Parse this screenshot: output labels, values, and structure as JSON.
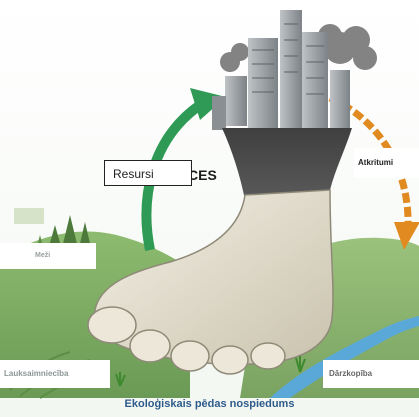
{
  "illustration": {
    "partial_word": "CES"
  },
  "labels": {
    "resources": "Resursi",
    "waste": "Atkritumi",
    "forests": "Meži",
    "farming": "Lauksaimniecība",
    "gardening": "Dārzkopība"
  },
  "caption": "Ekoloģiskais pēdas nospiedums",
  "colors": {
    "arrow_green": "#2e9a55",
    "arrow_orange": "#e08a20",
    "caption_blue": "#2e5b8b"
  }
}
